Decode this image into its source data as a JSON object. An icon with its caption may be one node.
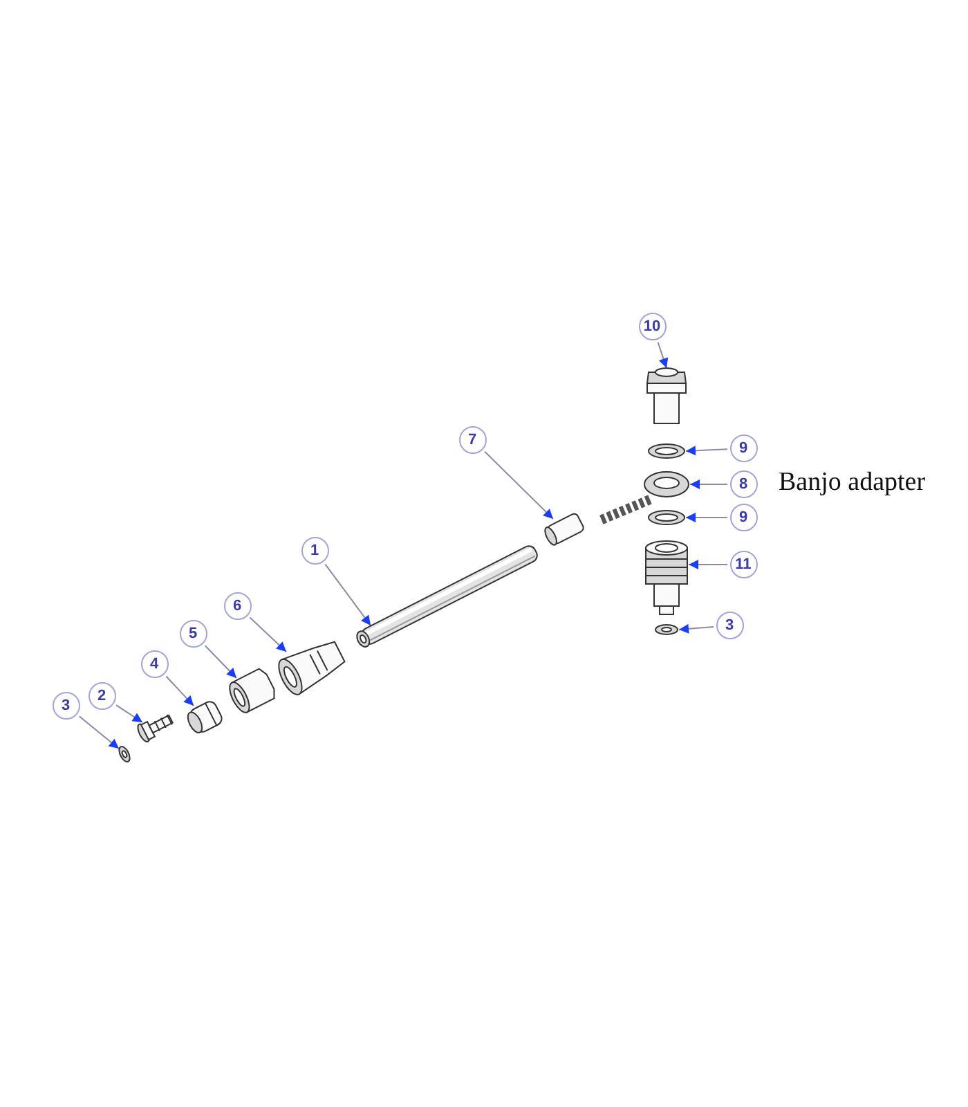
{
  "diagram": {
    "nodes": [
      {
        "text": [
          "10"
        ]
      },
      {
        "text": [
          "7"
        ]
      },
      {
        "text": [
          "9"
        ]
      },
      {
        "text": [
          "8"
        ]
      },
      {
        "text": [
          "9"
        ]
      },
      {
        "text": [
          "1"
        ]
      },
      {
        "text": [
          "11"
        ]
      },
      {
        "text": [
          "6"
        ]
      },
      {
        "text": [
          "3"
        ]
      },
      {
        "text": [
          "5"
        ]
      },
      {
        "text": [
          "4"
        ]
      },
      {
        "text": [
          "3"
        ]
      },
      {
        "text": [
          "2"
        ]
      },
      {
        "text": [],
        "shape": "picture"
      },
      {
        "text": [],
        "shape": "picture"
      },
      {
        "text": [],
        "shape": "picture"
      },
      {
        "text": [],
        "shape": "picture"
      },
      {
        "text": [],
        "shape": "picture"
      },
      {
        "text": [],
        "shape": "picture"
      },
      {
        "text": [],
        "shape": "picture"
      },
      {
        "text": [],
        "shape": "picture"
      },
      {
        "text": [],
        "shape": "picture"
      },
      {
        "text": [],
        "shape": "picture"
      },
      {
        "text": [],
        "shape": "picture"
      },
      {
        "text": [],
        "shape": "picture"
      },
      {
        "text": [],
        "shape": "picture"
      }
    ],
    "edges": [
      {
        "from": 0,
        "to": 13,
        "arrow": "to"
      },
      {
        "from": 1,
        "to": 19,
        "arrow": "to"
      },
      {
        "from": 2,
        "to": 14,
        "arrow": "to"
      },
      {
        "from": 3,
        "to": 15,
        "arrow": "to"
      },
      {
        "from": 4,
        "to": 16,
        "arrow": "to"
      },
      {
        "from": 5,
        "to": 20,
        "arrow": "to"
      },
      {
        "from": 6,
        "to": 17,
        "arrow": "to"
      },
      {
        "from": 7,
        "to": 21,
        "arrow": "to"
      },
      {
        "from": 8,
        "to": 18,
        "arrow": "to"
      },
      {
        "from": 9,
        "to": 22,
        "arrow": "to"
      },
      {
        "from": 10,
        "to": 23,
        "arrow": "to"
      },
      {
        "from": 11,
        "to": 25,
        "arrow": "to"
      },
      {
        "from": 12,
        "to": 24,
        "arrow": "to"
      }
    ],
    "labels": [
      "Banjo adapter"
    ]
  }
}
